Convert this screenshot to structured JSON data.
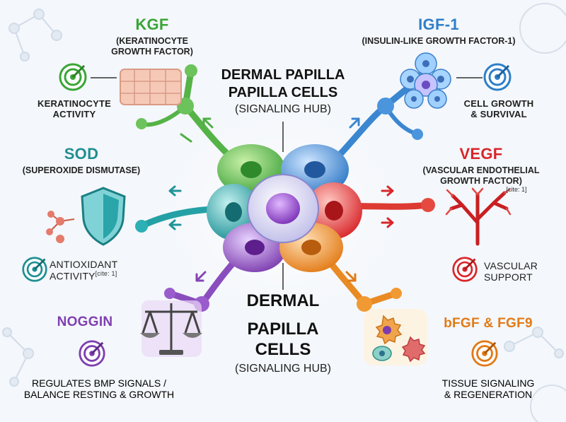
{
  "hub_top": {
    "line1": "DERMAL PAPILLA",
    "line2": "PAPILLA CELLS",
    "line3": "(SIGNALING HUB)"
  },
  "hub_bottom": {
    "line1": "DERMAL",
    "line2": "PAPILLA",
    "line3": "CELLS",
    "line4": "(SIGNALING HUB)"
  },
  "factors": {
    "kgf": {
      "name": "KGF",
      "full_line1": "(KERATINOCYTE",
      "full_line2": "GROWTH FACTOR)",
      "effect_line1": "KERATINOCYTE",
      "effect_line2": "ACTIVITY",
      "color": "#3aa537"
    },
    "igf1": {
      "name": "IGF-1",
      "full_line1": "(INSULIN-LIKE GROWTH FACTOR-1)",
      "effect_line1": "CELL GROWTH",
      "effect_line2": "& SURVIVAL",
      "color": "#2e7ec8"
    },
    "sod": {
      "name": "SOD",
      "full_line1": "(SUPEROXIDE DISMUTASE)",
      "effect_line1": "ANTIOXIDANT",
      "effect_line2": "ACTIVITY",
      "cite": "[cite: 1]",
      "color": "#1f8f94"
    },
    "vegf": {
      "name": "VEGF",
      "full_line1": "(VASCULAR ENDOTHELIAL",
      "full_line2": "GROWTH FACTOR)",
      "cite": "[cite: 1]",
      "effect_line1": "VASCULAR",
      "effect_line2": "SUPPORT",
      "color": "#d8262a"
    },
    "noggin": {
      "name": "NOGGIN",
      "effect_line1": "REGULATES BMP SIGNALS /",
      "effect_line2": "BALANCE RESTING & GROWTH",
      "color": "#7e3fb0"
    },
    "bfgf": {
      "name": "bFGF & FGF9",
      "effect_line1": "TISSUE SIGNALING",
      "effect_line2": "& REGENERATION",
      "color": "#e27a16"
    }
  }
}
